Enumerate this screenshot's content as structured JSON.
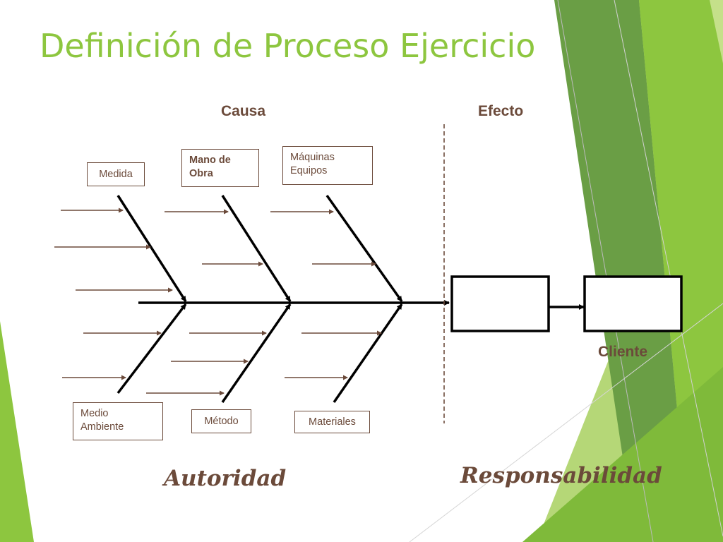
{
  "slide": {
    "title": "Definición de Proceso Ejercicio"
  },
  "diagram": {
    "cause_header": "Causa",
    "effect_header": "Efecto",
    "categories": {
      "medida": "Medida",
      "mano_obra": "Mano de\nObra",
      "maquinas": "Máquinas\nEquipos",
      "medio_ambiente": "Medio\nAmbiente",
      "metodo": "Método",
      "materiales": "Materiales"
    },
    "client_label": "Cliente",
    "left_caption": "Autoridad",
    "right_caption": "Responsabilidad"
  },
  "colors": {
    "title": "#8DC63F",
    "text_brown": "#6B4A3A",
    "line_black": "#000000",
    "green_light": "#A8D066",
    "green_mid": "#8DC63F",
    "green_dark": "#5E9A3A"
  }
}
